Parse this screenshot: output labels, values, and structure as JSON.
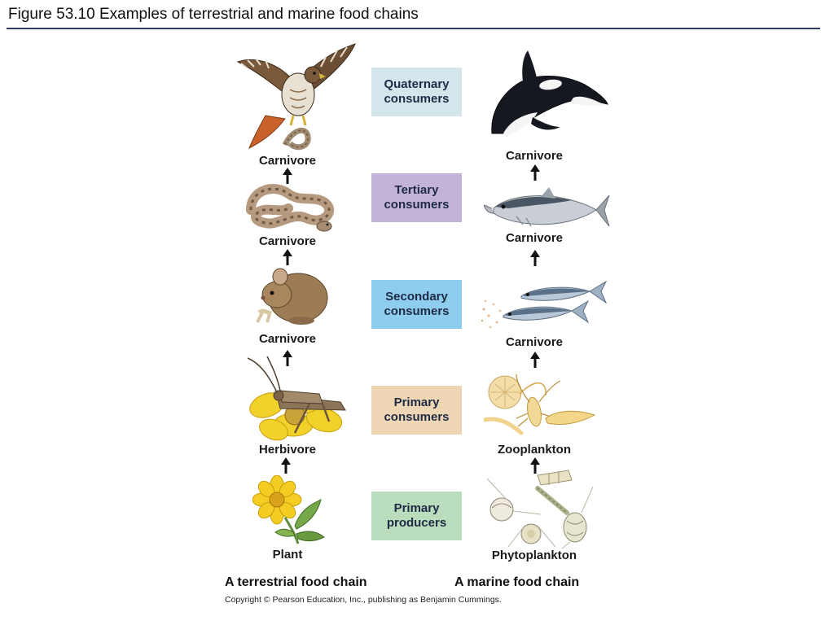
{
  "figure_title": "Figure 53.10  Examples of terrestrial and marine food chains",
  "trophic_levels": [
    {
      "line1": "Quaternary",
      "line2": "consumers",
      "color": "#d4e6ec"
    },
    {
      "line1": "Tertiary",
      "line2": "consumers",
      "color": "#c3b3d9"
    },
    {
      "line1": "Secondary",
      "line2": "consumers",
      "color": "#8ecdee"
    },
    {
      "line1": "Primary",
      "line2": "consumers",
      "color": "#eed6b4"
    },
    {
      "line1": "Primary",
      "line2": "producers",
      "color": "#b9ddbd"
    }
  ],
  "terrestrial": {
    "title": "A terrestrial food chain",
    "labels": [
      "Carnivore",
      "Carnivore",
      "Carnivore",
      "Herbivore",
      "Plant"
    ],
    "icons": [
      "hawk-icon",
      "snake-icon",
      "mouse-icon",
      "grasshopper-icon",
      "plant-icon"
    ]
  },
  "marine": {
    "title": "A marine food chain",
    "labels": [
      "Carnivore",
      "Carnivore",
      "Carnivore",
      "Zooplankton",
      "Phytoplankton"
    ],
    "icons": [
      "orca-icon",
      "tuna-icon",
      "fish-icon",
      "zooplankton-icon",
      "phytoplankton-icon"
    ]
  },
  "copyright": "Copyright © Pearson Education, Inc., publishing as Benjamin Cummings."
}
